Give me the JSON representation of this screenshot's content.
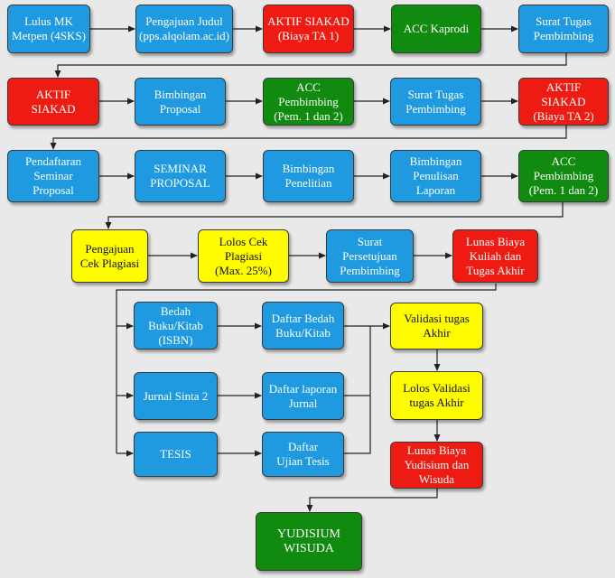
{
  "colors": {
    "blue": "#1f9ae0",
    "red": "#ee1b12",
    "green": "#108a0f",
    "yellow": "#fffb00",
    "line": "#222222",
    "background": "#e9e9e9"
  },
  "nodes": {
    "lulus_mk": "Lulus MK\nMetpen (4SKS)",
    "pengajuan_judul": "Pengajuan Judul\n(pps.alqolam.ac.id)",
    "aktif_siakad_1": "AKTIF SIAKAD\n(Biaya TA 1)",
    "acc_kaprodi": "ACC Kaprodi",
    "surat_tugas_1": "Surat Tugas\nPembimbing",
    "aktif_siakad_plain": "AKTIF\nSIAKAD",
    "bimbingan_proposal": "Bimbingan\nProposal",
    "acc_pembimbing_1": "ACC\nPembimbing\n(Pem. 1 dan 2)",
    "surat_tugas_2": "Surat Tugas\nPembimbing",
    "aktif_siakad_2": "AKTIF\nSIAKAD\n(Biaya TA 2)",
    "pendaftaran_seminar": "Pendaftaran\nSeminar\nProposal",
    "seminar_proposal": "SEMINAR\nPROPOSAL",
    "bimbingan_penelitian": "Bimbingan\nPenelitian",
    "bimbingan_penulisan": "Bimbingan\nPenulisan\nLaporan",
    "acc_pembimbing_2": "ACC\nPembimbing\n(Pem. 1 dan 2)",
    "pengajuan_cek": "Pengajuan\nCek Plagiasi",
    "lolos_cek": "Lolos Cek\nPlagiasi\n(Max. 25%)",
    "surat_persetujuan": "Surat\nPersetujuan\nPembimbing",
    "lunas_biaya_ta": "Lunas Biaya\nKuliah dan\nTugas Akhir",
    "bedah_buku": "Bedah\nBuku/Kitab\n(ISBN)",
    "daftar_bedah": "Daftar Bedah\nBuku/Kitab",
    "jurnal_sinta": "Jurnal Sinta 2",
    "daftar_laporan": "Daftar laporan\nJurnal",
    "tesis": "TESIS",
    "daftar_ujian": "Daftar\nUjian Tesis",
    "validasi_tugas": "Validasi tugas\nAkhir",
    "lolos_validasi": "Lolos Validasi\ntugas Akhir",
    "lunas_biaya_yudisium": "Lunas Biaya\nYudisium dan\nWisuda",
    "yudisium_wisuda": "YUDISIUM\nWISUDA"
  }
}
